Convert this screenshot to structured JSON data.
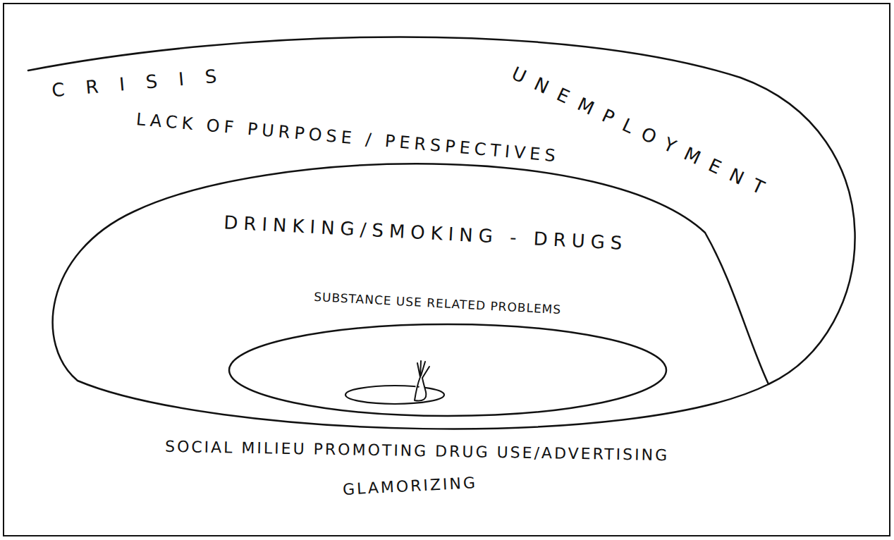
{
  "diagram": {
    "labels": [
      "CRISIS",
      "UNEMPLOYMENT",
      "LACK OF PURPOSE / PERSPECTIVES",
      "DRINKING/SMOKING - DRUGS",
      "SUBSTANCE USE RELATED PROBLEMS",
      "SOCIAL MILIEU PROMOTING DRUG USE/ADVERTISING",
      "GLAMORIZING"
    ]
  }
}
